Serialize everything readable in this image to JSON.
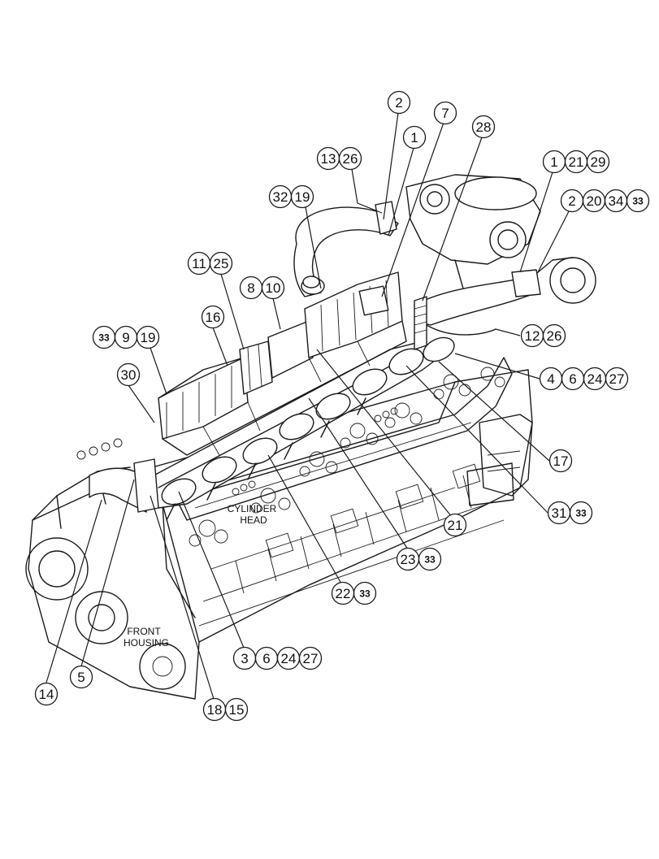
{
  "notes": {
    "cylinder_head_line1": "CYLINDER",
    "cylinder_head_line2": "HEAD",
    "front_housing_line1": "FRONT",
    "front_housing_line2": "HOUSING"
  },
  "callouts": [
    {
      "id": "c1",
      "labels": [
        "2"
      ]
    },
    {
      "id": "c2",
      "labels": [
        "7"
      ]
    },
    {
      "id": "c3",
      "labels": [
        "1"
      ]
    },
    {
      "id": "c4",
      "labels": [
        "28"
      ]
    },
    {
      "id": "c5",
      "labels": [
        "13",
        "26"
      ]
    },
    {
      "id": "c6",
      "labels": [
        "1",
        "21",
        "29"
      ]
    },
    {
      "id": "c7",
      "labels": [
        "32",
        "19"
      ]
    },
    {
      "id": "c8",
      "labels": [
        "2",
        "20",
        "34",
        "33"
      ]
    },
    {
      "id": "c9",
      "labels": [
        "11",
        "25"
      ]
    },
    {
      "id": "c10",
      "labels": [
        "8",
        "10"
      ]
    },
    {
      "id": "c11",
      "labels": [
        "16"
      ]
    },
    {
      "id": "c12",
      "labels": [
        "12",
        "26"
      ]
    },
    {
      "id": "c13",
      "labels": [
        "33",
        "9",
        "19"
      ]
    },
    {
      "id": "c14",
      "labels": [
        "30"
      ]
    },
    {
      "id": "c15",
      "labels": [
        "4",
        "6",
        "24",
        "27"
      ]
    },
    {
      "id": "c16",
      "labels": [
        "17"
      ]
    },
    {
      "id": "c17",
      "labels": [
        "31",
        "33"
      ]
    },
    {
      "id": "c18",
      "labels": [
        "21"
      ]
    },
    {
      "id": "c19",
      "labels": [
        "23",
        "33"
      ]
    },
    {
      "id": "c20",
      "labels": [
        "22",
        "33"
      ]
    },
    {
      "id": "c21",
      "labels": [
        "3",
        "6",
        "24",
        "27"
      ]
    },
    {
      "id": "c22",
      "labels": [
        "5"
      ]
    },
    {
      "id": "c23",
      "labels": [
        "14"
      ]
    },
    {
      "id": "c24",
      "labels": [
        "18",
        "15"
      ]
    }
  ]
}
